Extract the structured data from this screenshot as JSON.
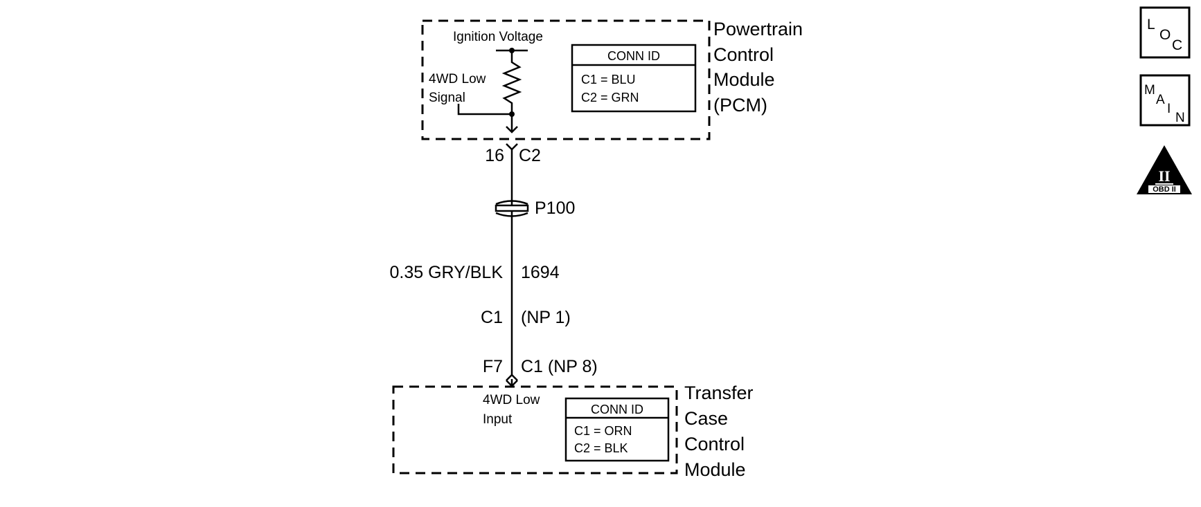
{
  "pcm": {
    "name_lines": [
      "Powertrain",
      "Control",
      "Module",
      "(PCM)"
    ],
    "ignition_label": "Ignition Voltage",
    "signal_label_lines": [
      "4WD Low",
      "Signal"
    ],
    "conn_id": {
      "header": "CONN ID",
      "rows": [
        "C1 = BLU",
        "C2 = GRN"
      ]
    },
    "pin": "16",
    "connector": "C2"
  },
  "splice": {
    "label": "P100"
  },
  "wire": {
    "gauge_color": "0.35 GRY/BLK",
    "circuit": "1694"
  },
  "inline_connector": {
    "left": "C1",
    "right": "(NP 1)"
  },
  "tccm_pin": {
    "pin": "F7",
    "connector": "C1 (NP 8)"
  },
  "tccm": {
    "name_lines": [
      "Transfer",
      "Case",
      "Control",
      "Module"
    ],
    "input_label_lines": [
      "4WD Low",
      "Input"
    ],
    "conn_id": {
      "header": "CONN ID",
      "rows": [
        "C1 = ORN",
        "C2 = BLK"
      ]
    }
  },
  "side_icons": {
    "loc": {
      "letters": [
        "L",
        "O",
        "C"
      ]
    },
    "main": {
      "letters": [
        "M",
        "A",
        "I",
        "N"
      ]
    },
    "obd": {
      "numeral": "II",
      "caption": "OBD II"
    }
  }
}
